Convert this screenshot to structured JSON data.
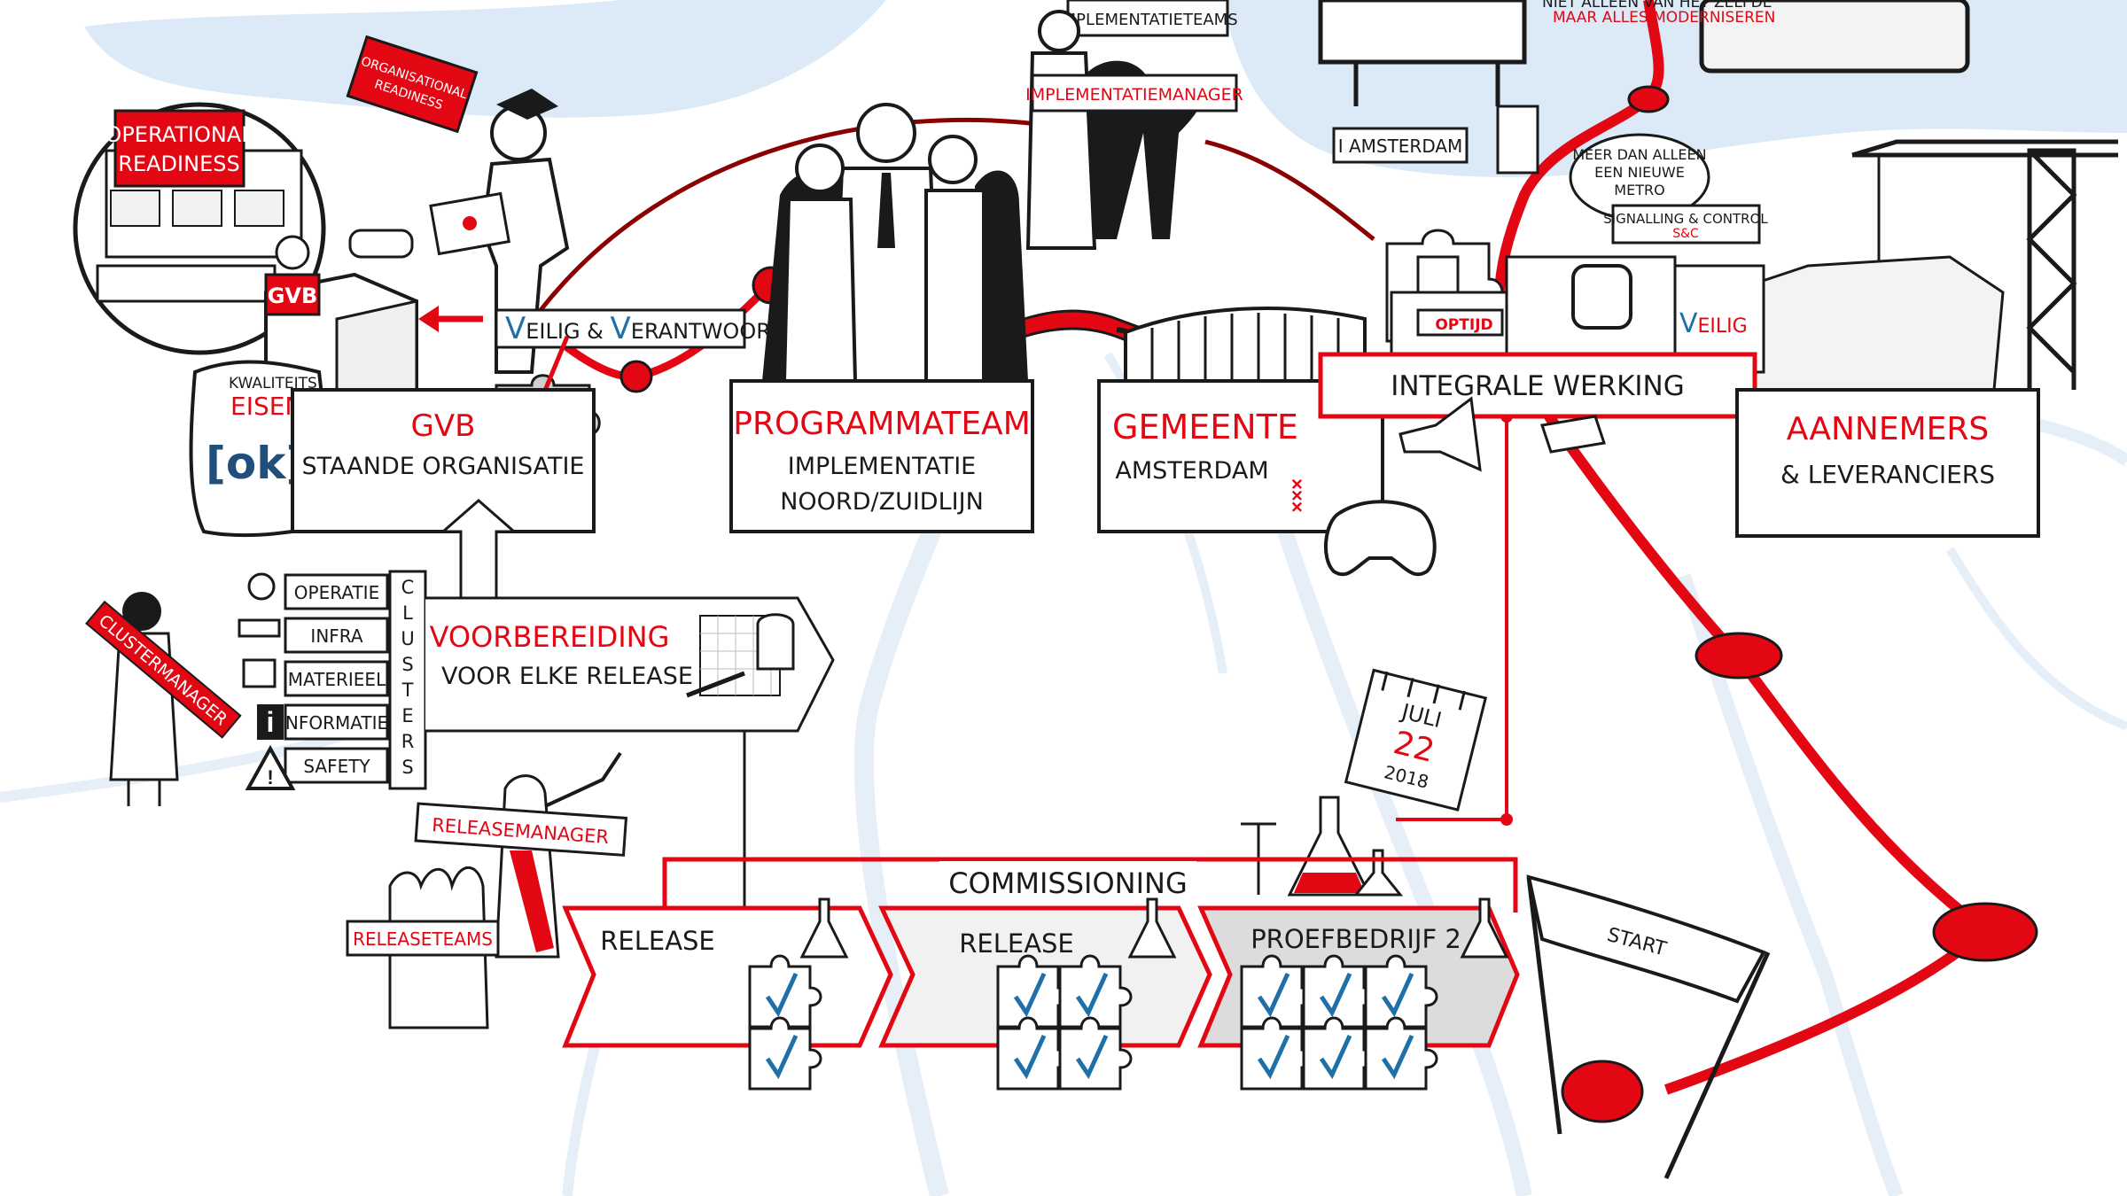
{
  "colors": {
    "accent_red": "#e30613",
    "ink": "#1a1a1a",
    "map_water": "#dbeaf6",
    "map_street": "#e6eef7",
    "proefbedrijf_fill": "#dcdcdc",
    "release_fill": "#f1f1f1",
    "check_blue": "#1f6fa8"
  },
  "operational_readiness": {
    "title_line1": "OPERATIONAL",
    "title_line2": "READINESS",
    "gvb_sign": "GVB"
  },
  "org_readiness_sign": {
    "line1": "ORGANISATIONAL",
    "line2": "READINESS"
  },
  "veilig_banner": {
    "v1": "V",
    "w1": "EILIG & ",
    "v2": "V",
    "w2": "ERANTWOORD"
  },
  "kwaliteit": {
    "label": "KWALITEITS",
    "title": "EISEN",
    "ok": "[ok]"
  },
  "gvb_box": {
    "title": "GVB",
    "subtitle": "STAANDE ORGANISATIE"
  },
  "programmateam_box": {
    "title": "PROGRAMMATEAM",
    "line1": "IMPLEMENTATIE",
    "line2": "NOORD/ZUIDLIJN"
  },
  "implementatie": {
    "teams_sign": "IMPLEMENTATIETEAMS",
    "manager_sign": "IMPLEMENTATIEMANAGER"
  },
  "gemeente_box": {
    "title": "GEMEENTE",
    "subtitle": "AMSTERDAM",
    "crosses": "×××"
  },
  "top_texts": {
    "niet_line1": "NIET ALLEEN VAN HET ZELFDE",
    "niet_line2": "MAAR ALLES MODERNISEREN",
    "i_amsterdam": "I AMSTERDAM",
    "bubble_line1": "MEER DAN ALLEEN",
    "bubble_line2": "EEN NIEUWE",
    "bubble_line3": "METRO",
    "sc_line1": "SIGNALLING & CONTROL",
    "sc_line2": "S&C"
  },
  "integrale": {
    "banner": "INTEGRALE WERKING",
    "optijd": "OPTIJD",
    "veilig": "EILIG",
    "veilig_v": "V"
  },
  "aannemers_box": {
    "title": "AANNEMERS",
    "subtitle": "& LEVERANCIERS"
  },
  "clusters": {
    "label": "CLUSTERS",
    "items": [
      "OPERATIE",
      "INFRA",
      "MATERIEEL",
      "NFORMATIE",
      "SAFETY"
    ],
    "clustermanager": "CLUSTERMANAGER"
  },
  "voorbereiding": {
    "title": "VOORBEREIDING",
    "subtitle": "VOOR ELKE RELEASE"
  },
  "calendar": {
    "month": "JULI",
    "day": "22",
    "year": "2018"
  },
  "releasemanager": "RELEASEMANAGER",
  "releaseteams": "RELEASETEAMS",
  "commissioning": "COMMISSIONING",
  "phases": [
    "RELEASE",
    "RELEASE",
    "PROEFBEDRIJF 2"
  ],
  "start_flag": "START"
}
